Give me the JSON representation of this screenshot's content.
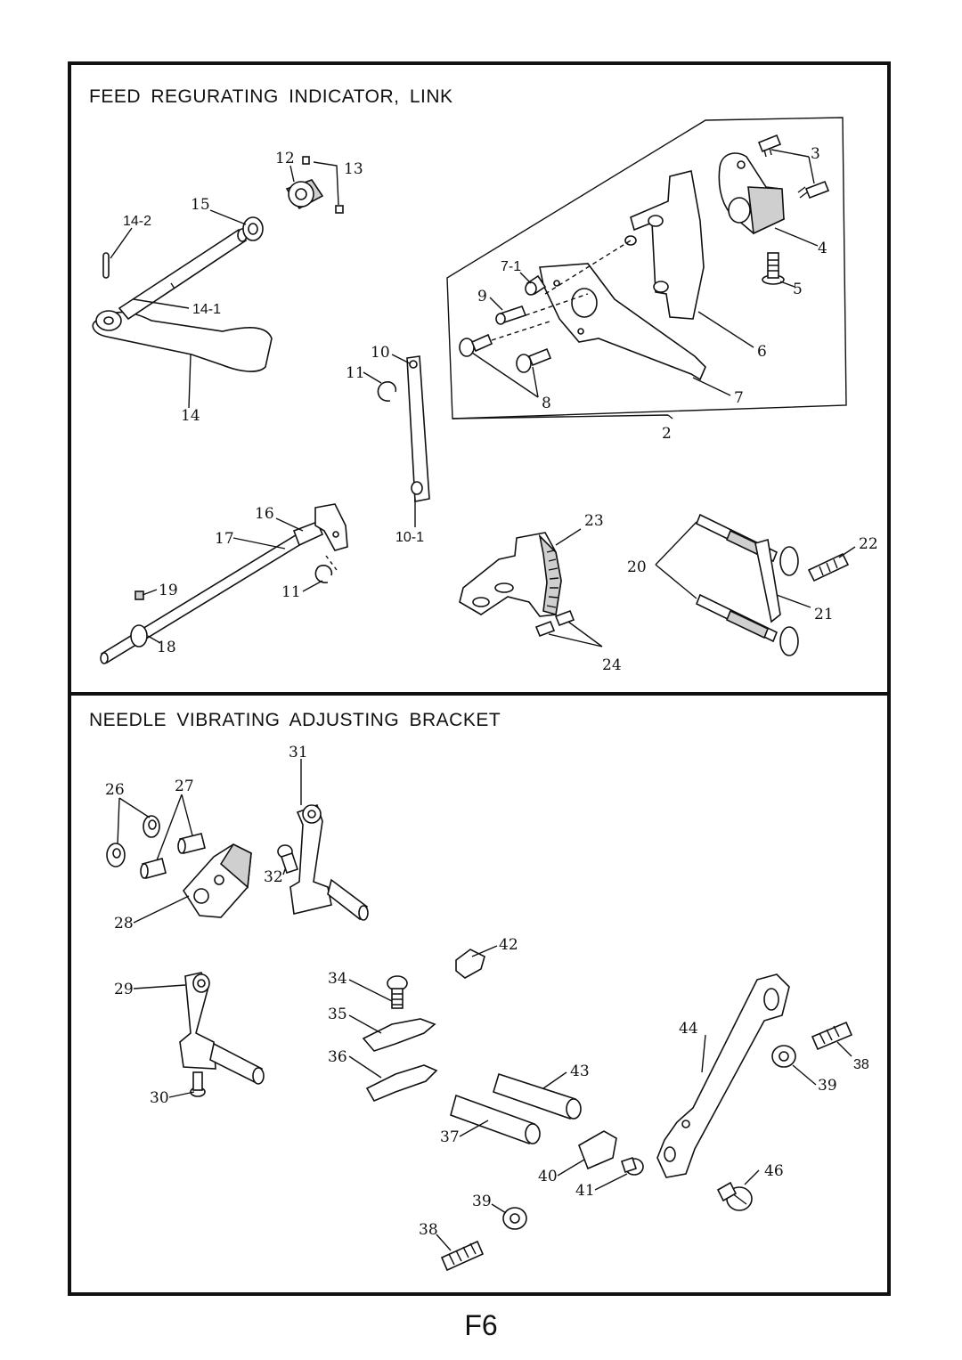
{
  "sections": {
    "top_title": "FEED  REGURATING  INDICATOR, LINK",
    "bottom_title": "NEEDLE  VIBRATING  ADJUSTING  BRACKET"
  },
  "page_number": "F6",
  "callouts": {
    "c2": "2",
    "c3": "3",
    "c4": "4",
    "c5": "5",
    "c6": "6",
    "c7": "7",
    "c7_1": "7-1",
    "c8": "8",
    "c9": "9",
    "c10": "10",
    "c10_1": "10-1",
    "c11a": "11",
    "c11b": "11",
    "c12": "12",
    "c13": "13",
    "c14": "14",
    "c14_1": "14-1",
    "c14_2": "14-2",
    "c15": "15",
    "c16": "16",
    "c17": "17",
    "c18": "18",
    "c19": "19",
    "c20": "20",
    "c21": "21",
    "c22": "22",
    "c23": "23",
    "c24": "24",
    "c26": "26",
    "c27": "27",
    "c28": "28",
    "c29": "29",
    "c30": "30",
    "c31": "31",
    "c32": "32",
    "c34": "34",
    "c35": "35",
    "c36": "36",
    "c37": "37",
    "c38a": "38",
    "c38b": "38",
    "c39a": "39",
    "c39b": "39",
    "c40": "40",
    "c41": "41",
    "c42": "42",
    "c43": "43",
    "c44": "44",
    "c46": "46"
  }
}
